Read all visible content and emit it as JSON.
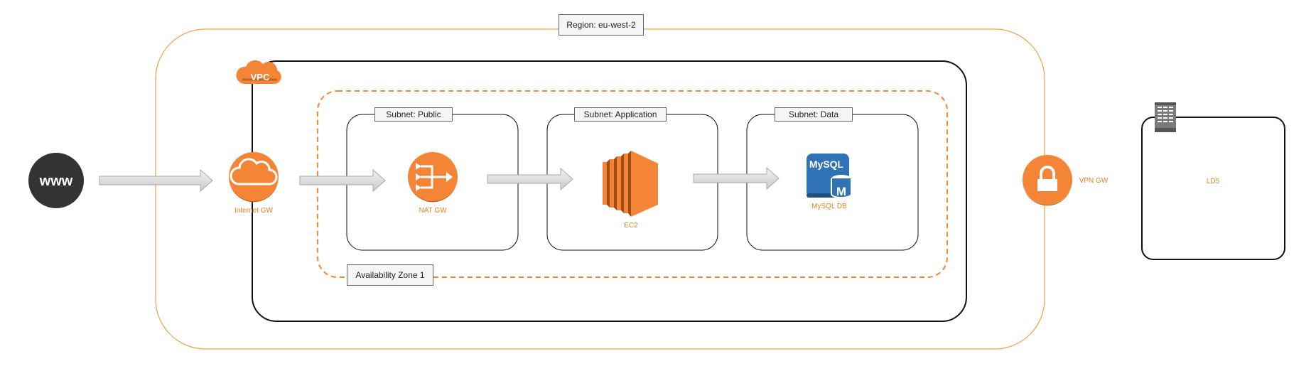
{
  "region": {
    "label": "Region: eu-west-2"
  },
  "vpc": {
    "badge": "VPC"
  },
  "availability_zone": {
    "label": "Availability Zone 1"
  },
  "subnets": [
    {
      "label": "Subnet: Public"
    },
    {
      "label": "Subnet: Application"
    },
    {
      "label": "Subnet: Data"
    }
  ],
  "internet": {
    "glyph": "www"
  },
  "nodes": {
    "internet_gw": "Internet GW",
    "nat_gw": "NAT GW",
    "ec2": "EC2",
    "mysql_db": "MySQL DB",
    "mysql_logo": "MySQL",
    "mysql_letter": "M",
    "vpn_gw": "VPN GW",
    "datacenter": "LD5"
  },
  "colors": {
    "aws_orange": "#f58536",
    "region_border": "#f0a04b",
    "label_orange": "#e8811c",
    "mysql_blue": "#2f73b6",
    "internet_dark": "#333333"
  }
}
